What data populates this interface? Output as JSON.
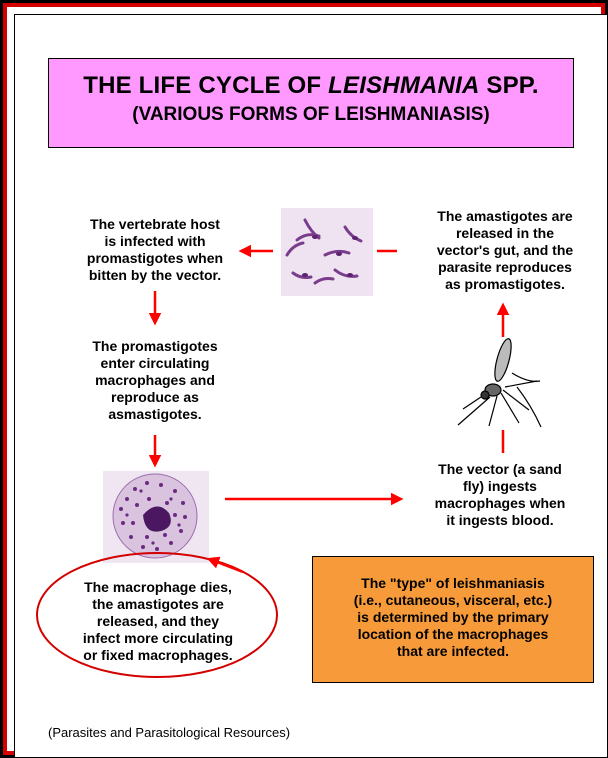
{
  "title": {
    "line1_prefix": "THE LIFE CYCLE OF ",
    "line1_italic": "LEISHMANIA",
    "line1_suffix": " SPP.",
    "line2": "(VARIOUS FORMS OF LEISHMANIASIS)"
  },
  "steps": {
    "host_infected": [
      "The vertebrate host",
      "is infected with",
      "promastigotes when",
      "bitten by the vector."
    ],
    "enter_macrophages": [
      "The promastigotes",
      "enter circulating",
      "macrophages and",
      "reproduce as",
      "asmastigotes."
    ],
    "macrophage_dies": [
      "The macrophage dies,",
      "the amastigotes are",
      "released, and they",
      "infect more circulating",
      "or fixed macrophages."
    ],
    "vector_ingests": [
      "The vector (a sand",
      "fly) ingests",
      "macrophages when",
      "it ingests blood."
    ],
    "vector_gut": [
      "The amastigotes are",
      "released in the",
      "vector's gut, and the",
      "parasite reproduces",
      "as promastigotes."
    ]
  },
  "note": [
    "The \"type\" of leishmaniasis",
    "(i.e., cutaneous, visceral, etc.)",
    "is determined by the primary",
    "location of the macrophages",
    "that are infected."
  ],
  "credit": "(Parasites and Parasitological Resources)",
  "colors": {
    "border": "#d40000",
    "title_bg": "#ff99ff",
    "note_bg": "#f79a3a",
    "arrow": "#ff0000",
    "stain": "#7a3c8c"
  },
  "icons": {
    "promastigote_image": "promastigote-micrograph",
    "sandfly_image": "sand-fly-drawing",
    "macrophage_image": "infected-macrophage-micrograph"
  }
}
